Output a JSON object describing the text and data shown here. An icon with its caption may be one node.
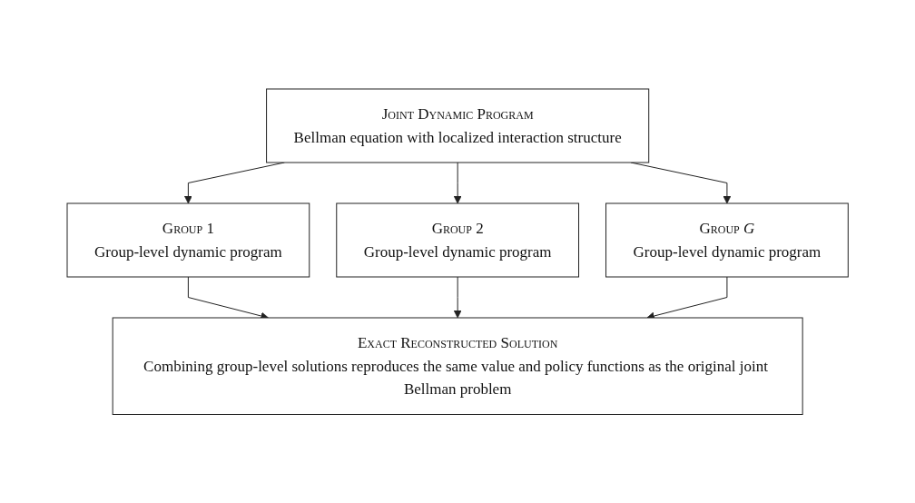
{
  "diagram": {
    "nodes": [
      {
        "text": [
          "Joint Dynamic Program",
          "Bellman equation with localized interaction structure"
        ]
      },
      {
        "text": [
          "Group 1",
          "Group-level dynamic program"
        ]
      },
      {
        "text": [
          "Group 2",
          "Group-level dynamic program"
        ]
      },
      {
        "text": [
          "Group *G*",
          "Group-level dynamic program"
        ]
      },
      {
        "text": [
          "Exact Reconstructed Solution",
          "Combining group-level solutions reproduces the same value and policy functions as the original joint Bellman problem"
        ]
      }
    ],
    "edges": [
      {
        "from": 0,
        "to": 1,
        "arrow": "to"
      },
      {
        "from": 0,
        "to": 2,
        "arrow": "to"
      },
      {
        "from": 0,
        "to": 3,
        "arrow": "to"
      },
      {
        "from": 1,
        "to": 4,
        "arrow": "to"
      },
      {
        "from": 2,
        "to": 4,
        "arrow": "to"
      },
      {
        "from": 3,
        "to": 4,
        "arrow": "to"
      }
    ]
  }
}
